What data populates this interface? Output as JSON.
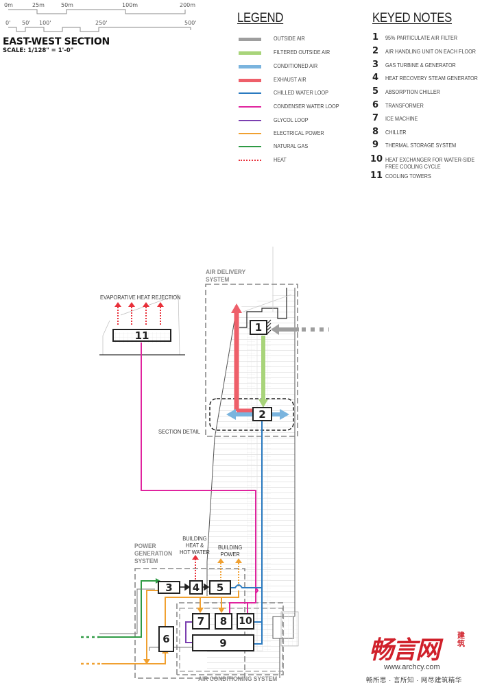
{
  "scale_bar": {
    "metric_ticks": [
      "0m",
      "25m",
      "50m",
      "100m",
      "200m"
    ],
    "imperial_ticks": [
      "0'",
      "50'",
      "100'",
      "250'",
      "500'"
    ]
  },
  "header": {
    "title": "EAST-WEST SECTION",
    "scale": "SCALE: 1/128\" = 1'-0\""
  },
  "legend": {
    "heading": "LEGEND",
    "items": [
      {
        "label": "OUTSIDE AIR",
        "color": "#9e9e9e",
        "style": "thick"
      },
      {
        "label": "FILTERED OUTSIDE AIR",
        "color": "#a8d47a",
        "style": "thick"
      },
      {
        "label": "CONDITIONED AIR",
        "color": "#7ab4de",
        "style": "thick"
      },
      {
        "label": "EXHAUST AIR",
        "color": "#ee5f6a",
        "style": "thick"
      },
      {
        "label": "CHILLED WATER LOOP",
        "color": "#2a7ac0",
        "style": "thin"
      },
      {
        "label": "CONDENSER WATER LOOP",
        "color": "#e0239e",
        "style": "thin"
      },
      {
        "label": "GLYCOL LOOP",
        "color": "#7b3fb0",
        "style": "thin"
      },
      {
        "label": "ELECTRICAL POWER",
        "color": "#f0a030",
        "style": "thin"
      },
      {
        "label": "NATURAL GAS",
        "color": "#2e9a44",
        "style": "thin"
      },
      {
        "label": "HEAT",
        "color": "#e8303a",
        "style": "dotted"
      }
    ]
  },
  "keyed_notes": {
    "heading": "KEYED NOTES",
    "items": [
      {
        "num": "1",
        "label": "95% PARTICULATE AIR FILTER"
      },
      {
        "num": "2",
        "label": "AIR HANDLING UNIT ON EACH FLOOR"
      },
      {
        "num": "3",
        "label": "GAS TURBINE & GENERATOR"
      },
      {
        "num": "4",
        "label": "HEAT RECOVERY STEAM GENERATOR"
      },
      {
        "num": "5",
        "label": "ABSORPTION CHILLER"
      },
      {
        "num": "6",
        "label": "TRANSFORMER"
      },
      {
        "num": "7",
        "label": "ICE MACHINE"
      },
      {
        "num": "8",
        "label": "CHILLER"
      },
      {
        "num": "9",
        "label": "THERMAL STORAGE SYSTEM"
      },
      {
        "num": "10",
        "label": "HEAT EXCHANGER FOR WATER-SIDE\nFREE COOLING CYCLE"
      },
      {
        "num": "11",
        "label": "COOLING TOWERS"
      }
    ]
  },
  "diagram": {
    "labels": {
      "evaporative": "EVAPORATIVE HEAT REJECTION",
      "air_delivery": "AIR DELIVERY\nSYSTEM",
      "section_detail": "SECTION DETAIL",
      "power_generation": "POWER\nGENERATION\nSYSTEM",
      "building_heat": "BUILDING\nHEAT &\nHOT WATER",
      "building_power": "BUILDING\nPOWER",
      "air_conditioning": "AIR CONDITIONING SYSTEM"
    },
    "boxes": {
      "b1": "1",
      "b2": "2",
      "b3": "3",
      "b4": "4",
      "b5": "5",
      "b6": "6",
      "b7": "7",
      "b8": "8",
      "b9": "9",
      "b10": "10",
      "b11": "11"
    }
  },
  "watermark": {
    "brand": "畅言网",
    "brand_side": "建筑",
    "url": "www.archcy.com",
    "tagline": "畅所思 · 言所知 · 网尽建筑精华"
  }
}
